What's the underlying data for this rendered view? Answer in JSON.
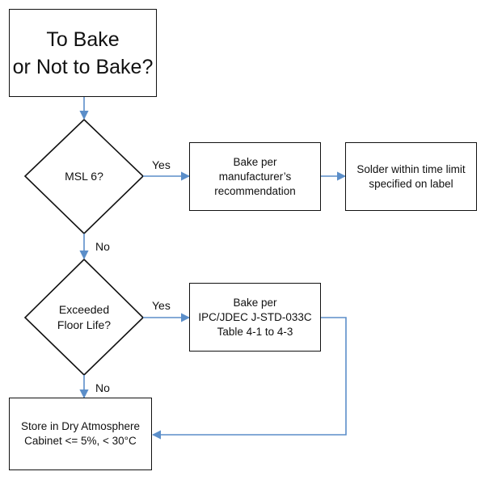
{
  "flowchart": {
    "start": {
      "lines": [
        "To Bake",
        "or Not to Bake?"
      ]
    },
    "decision_msl": {
      "lines": [
        "MSL 6?"
      ]
    },
    "bake_manufacturer": {
      "lines": [
        "Bake per",
        "manufacturer’s",
        "recommendation"
      ]
    },
    "solder_time": {
      "lines": [
        "Solder within time limit",
        "specified on label"
      ]
    },
    "decision_floor": {
      "lines": [
        "Exceeded",
        "Floor Life?"
      ]
    },
    "bake_jstd": {
      "lines": [
        "Bake per",
        "IPC/JDEC J-STD-033C",
        "Table 4-1 to 4-3"
      ]
    },
    "store_dry": {
      "lines": [
        "Store in Dry Atmosphere",
        "Cabinet <= 5%, < 30°C"
      ]
    },
    "labels": {
      "msl_yes": "Yes",
      "msl_no": "No",
      "floor_yes": "Yes",
      "floor_no": "No"
    },
    "colors": {
      "arrow": "#5b8ec9",
      "border": "#111111"
    }
  }
}
